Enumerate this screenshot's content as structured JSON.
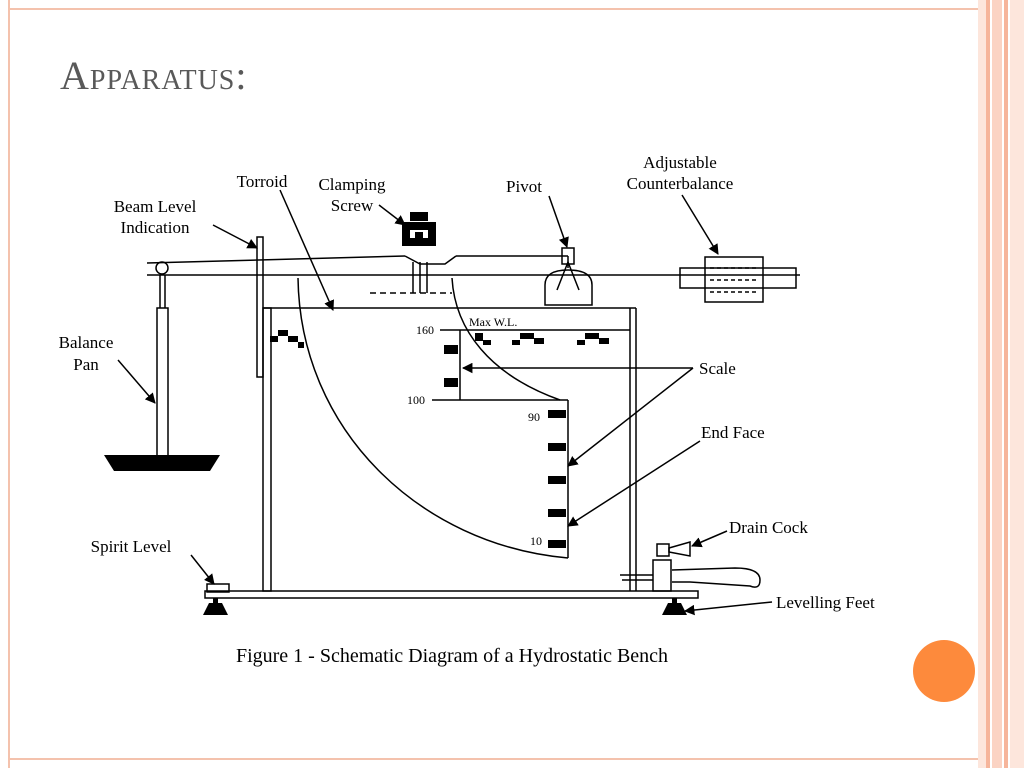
{
  "slide": {
    "title": "Apparatus:",
    "accent_color": "#fd8a3c",
    "frame_color": "#f4c2ad"
  },
  "diagram": {
    "labels": {
      "torroid": "Torroid",
      "clamping_1": "Clamping",
      "clamping_2": "Screw",
      "pivot": "Pivot",
      "counter_1": "Adjustable",
      "counter_2": "Counterbalance",
      "beam_1": "Beam Level",
      "beam_2": "Indication",
      "pan_1": "Balance",
      "pan_2": "Pan",
      "maxwl": "Max W.L.",
      "scale": "Scale",
      "endface": "End Face",
      "drain": "Drain Cock",
      "spirit": "Spirit Level",
      "feet": "Levelling Feet"
    },
    "scale_marks": {
      "m160": "160",
      "m100": "100",
      "m90": "90",
      "m10": "10"
    },
    "caption": "Figure 1 - Schematic Diagram of a Hydrostatic Bench"
  }
}
